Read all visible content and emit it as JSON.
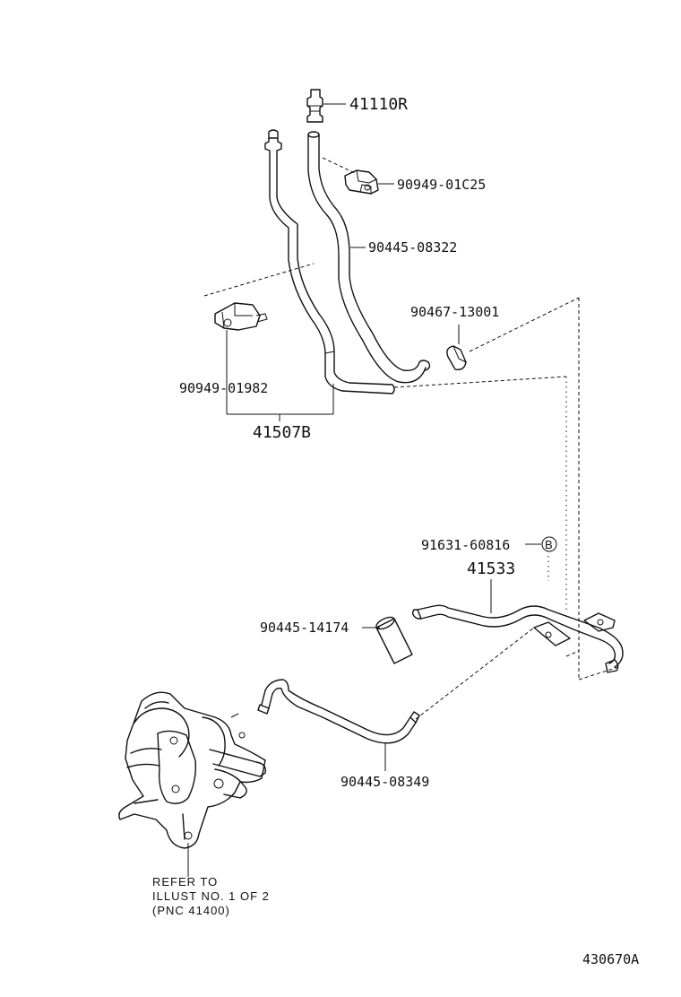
{
  "labels": {
    "p41110r": "41110R",
    "p90949_01c25": "90949-01C25",
    "p90445_08322": "90445-08322",
    "p90467_13001": "90467-13001",
    "p90949_01982": "90949-01982",
    "p41507b": "41507B",
    "p91631_60816": "91631-60816",
    "b_marker": "B",
    "p41533": "41533",
    "p90445_14174": "90445-14174",
    "p90445_08349": "90445-08349",
    "refer_line1": "REFER TO",
    "refer_line2": "ILLUST NO. 1  OF  2",
    "refer_line3": "(PNC 41400)",
    "figure_id": "430670A"
  },
  "colors": {
    "ink": "#111111",
    "background": "#ffffff"
  }
}
